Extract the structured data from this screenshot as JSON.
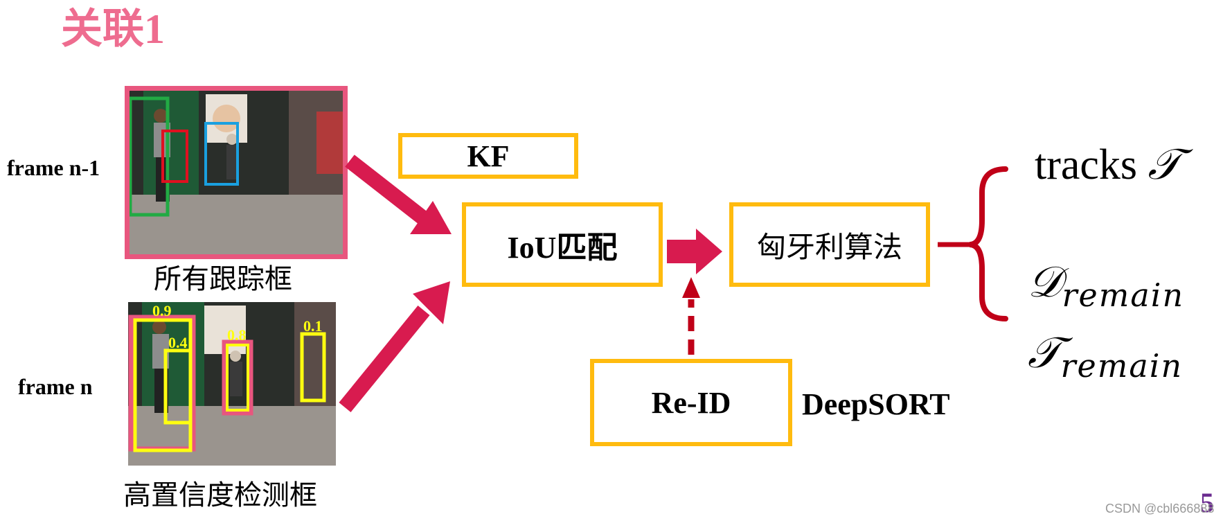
{
  "title": "关联1",
  "inputs": {
    "prev": {
      "frame_label": "frame n-1",
      "caption": "所有跟踪框"
    },
    "cur": {
      "frame_label": "frame n",
      "caption": "高置信度检测框",
      "scores": [
        "0.9",
        "0.4",
        "0.8",
        "0.1"
      ]
    }
  },
  "blocks": {
    "kf": "KF",
    "iou": "IoU匹配",
    "hungarian": "匈牙利算法",
    "reid": "Re-ID"
  },
  "annotation": "DeepSORT",
  "outputs": {
    "tracks_word": "tracks",
    "tracks_symbol": "𝒯",
    "d_symbol": "𝒟",
    "d_sub": "remain",
    "t_symbol": "𝒯",
    "t_sub": "remain"
  },
  "page_number": "5",
  "watermark": "CSDN @cbl666888",
  "colors": {
    "title": "#ee6c8f",
    "block_border": "#ffbb0f",
    "arrow": "#d81b4f",
    "brace": "#c00018",
    "track_green": "#22aa44",
    "track_red": "#e01020",
    "track_blue": "#1aa0e0",
    "det_pink": "#e8567e",
    "det_yellow": "#ffff10"
  }
}
